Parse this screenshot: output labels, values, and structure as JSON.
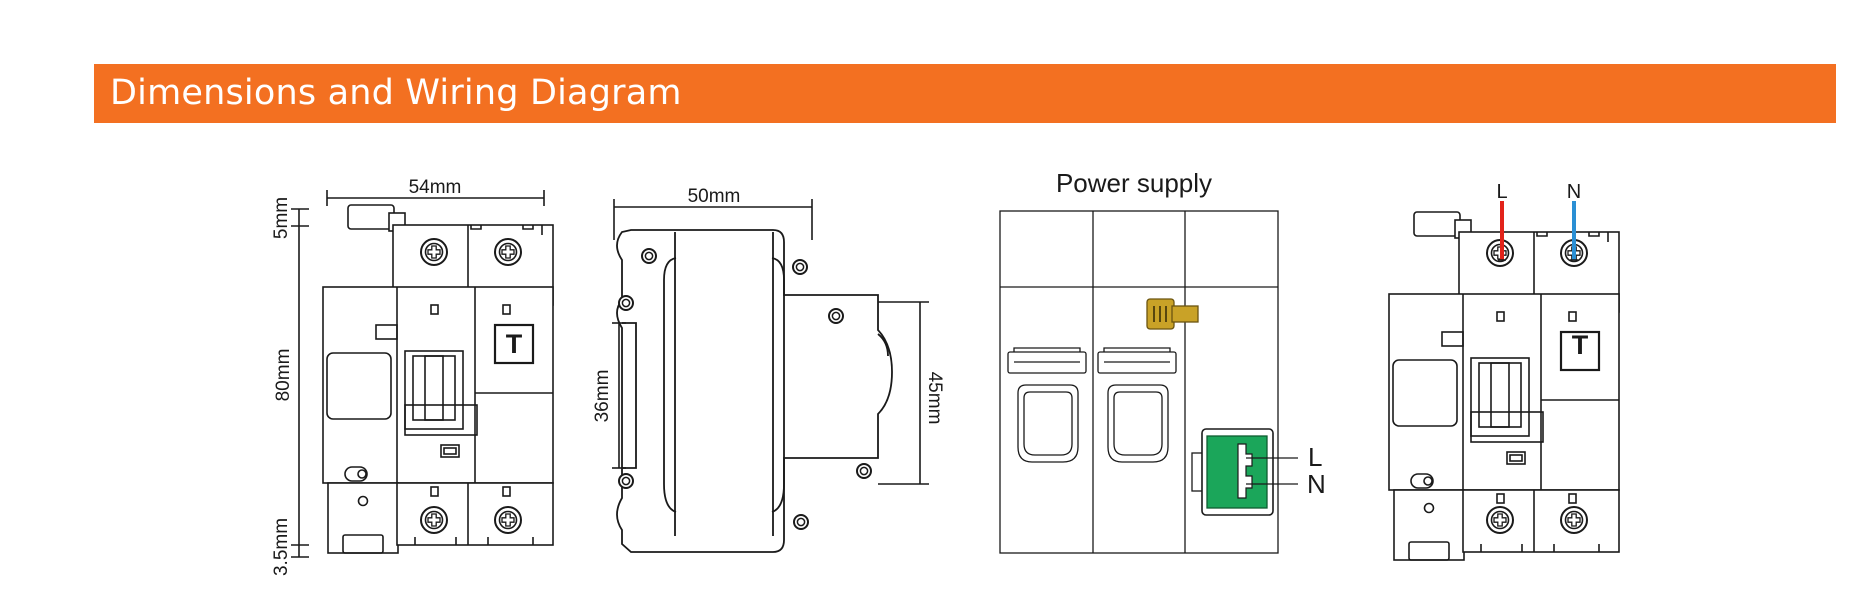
{
  "header": {
    "title": "Dimensions and Wiring Diagram",
    "background_color": "#f37021"
  },
  "front_view": {
    "width_label": "54mm",
    "top_label": "5mm",
    "height_label": "80mm",
    "bottom_label": "3.5mm",
    "badge": "T"
  },
  "side_view": {
    "width_label": "50mm",
    "inner_height_label": "36mm",
    "outer_height_label": "45mm"
  },
  "power_supply": {
    "title": "Power supply",
    "l_label": "L",
    "n_label": "N",
    "terminal_color": "#1ba65a",
    "tab_color": "#c9a227"
  },
  "wired_view": {
    "l_label": "L",
    "n_label": "N",
    "badge": "T",
    "l_wire_color": "#e2231a",
    "n_wire_color": "#2a8fd4"
  }
}
